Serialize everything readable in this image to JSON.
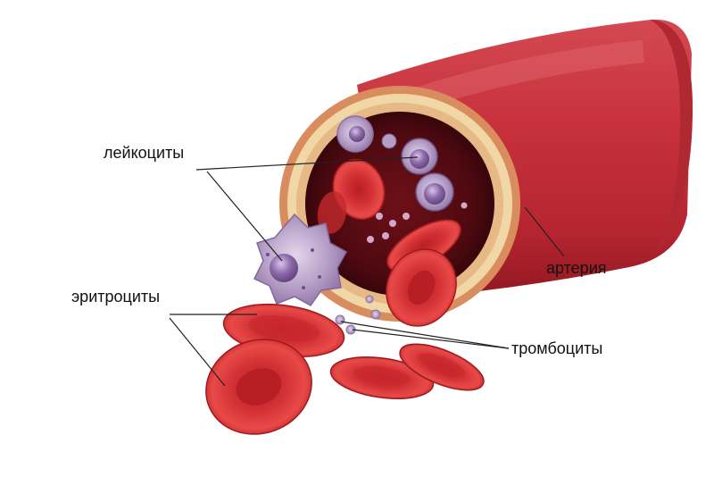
{
  "labels": {
    "leukocytes": "лейкоциты",
    "erythrocytes": "эритроциты",
    "artery": "артерия",
    "thrombocytes": "тромбоциты"
  },
  "colors": {
    "background": "#ffffff",
    "artery_wall": "#c8323c",
    "artery_wall_dark": "#8e1620",
    "vessel_inner_layer": "#f2d7a6",
    "lumen": "#5a0b12",
    "erythrocyte": "#e3383a",
    "erythrocyte_center": "#b81f24",
    "leukocyte": "#a58bb8",
    "leukocyte_nucleus": "#7b5a93",
    "thrombocyte": "#c9a3c9",
    "leader_line": "#222222",
    "label_text": "#111111"
  },
  "elements": {
    "artery": "artery-tube",
    "lumen_contents": [
      "erythrocytes",
      "leukocytes",
      "thrombocytes"
    ]
  }
}
